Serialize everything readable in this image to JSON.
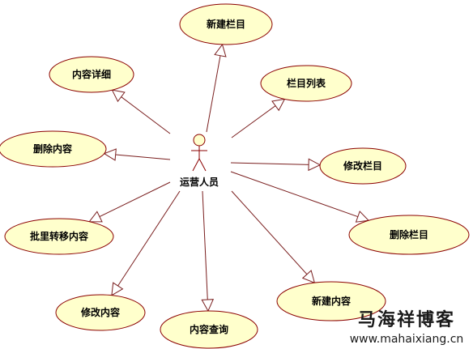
{
  "actor": {
    "label": "运营人员",
    "icon": "stick-figure-actor-icon"
  },
  "use_cases": [
    {
      "id": "new-column",
      "label": "新建栏目"
    },
    {
      "id": "content-detail",
      "label": "内容详细"
    },
    {
      "id": "column-list",
      "label": "栏目列表"
    },
    {
      "id": "delete-content",
      "label": "删除内容"
    },
    {
      "id": "edit-column",
      "label": "修改栏目"
    },
    {
      "id": "delete-column",
      "label": "删除栏目"
    },
    {
      "id": "batch-move-content",
      "label": "批里转移内容"
    },
    {
      "id": "edit-content",
      "label": "修改内容"
    },
    {
      "id": "content-query",
      "label": "内容查询"
    },
    {
      "id": "new-content",
      "label": "新建内容"
    }
  ],
  "watermark": {
    "title": "马海祥博客",
    "url": "www.mahaixiang.cn"
  },
  "colors": {
    "ellipse_fill": "#ffffcc",
    "ellipse_stroke": "#8b0000",
    "line": "#7a1f1f"
  }
}
